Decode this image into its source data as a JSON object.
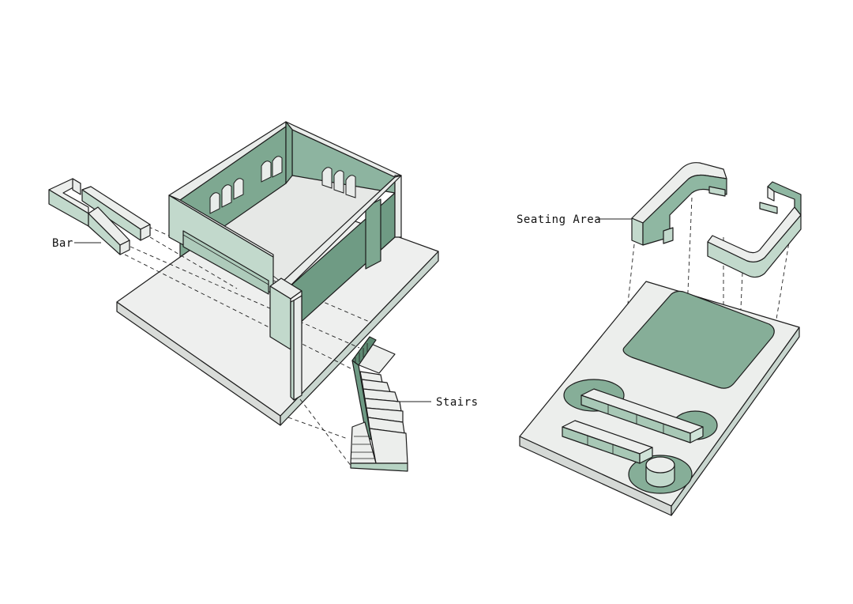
{
  "labels": {
    "bar": "Bar",
    "stairs": "Stairs",
    "seating_area": "Seating Area"
  },
  "colors": {
    "green_dark": "#6e9a84",
    "green_mid": "#8fb7a2",
    "green_light": "#b6d3c3",
    "green_pale": "#cfe3d8",
    "white_face": "#f3f5f3",
    "top_face": "#eceeec",
    "edge": "#1c1c1c"
  }
}
